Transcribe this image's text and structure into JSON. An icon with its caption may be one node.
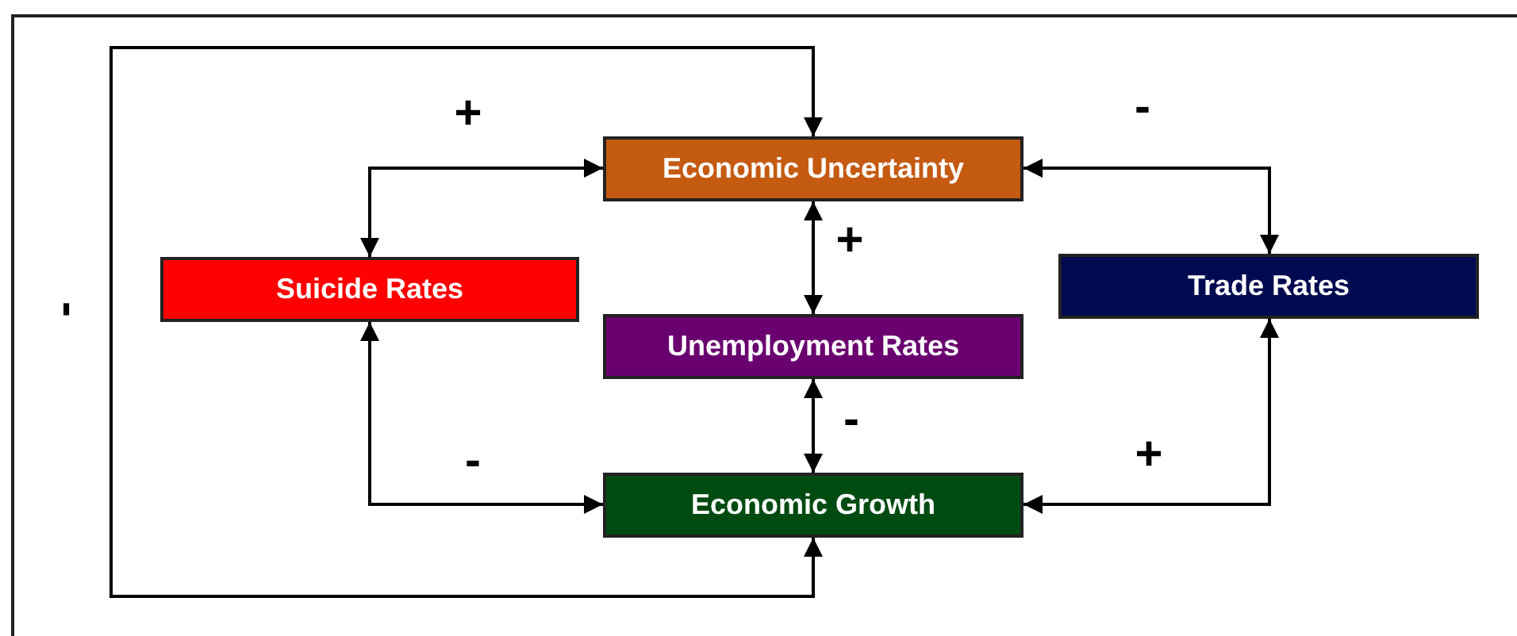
{
  "diagram": {
    "nodes": [
      {
        "text": [
          "Economic Uncertainty"
        ]
      },
      {
        "text": [
          "Suicide Rates"
        ]
      },
      {
        "text": [
          "Trade Rates"
        ]
      },
      {
        "text": [
          "Unemployment Rates"
        ]
      },
      {
        "text": [
          "Economic Growth"
        ]
      }
    ],
    "edges": [
      {
        "from": 1,
        "to": 0,
        "arrow": "both",
        "label": "+"
      },
      {
        "from": 0,
        "to": 2,
        "arrow": "both",
        "label": "-"
      },
      {
        "from": 0,
        "to": 3,
        "arrow": "both",
        "label": "+"
      },
      {
        "from": 3,
        "to": 4,
        "arrow": "both",
        "label": "-"
      },
      {
        "from": 1,
        "to": 4,
        "arrow": "both",
        "label": "-"
      },
      {
        "from": 4,
        "to": 2,
        "arrow": "both",
        "label": "+"
      },
      {
        "from": 4,
        "to": 0,
        "arrow": "both",
        "label": "-"
      }
    ]
  }
}
